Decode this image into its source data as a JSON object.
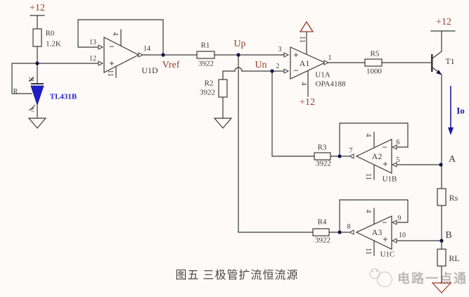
{
  "caption": "图五  三极管扩流恒流源",
  "watermark": "电路一点通",
  "colors": {
    "background": "#fdfaf8",
    "wire": "#3b3b3b",
    "net_label_red": "#9c3a28",
    "tl431_blue": "#1e1ec8",
    "io_blue": "#1a1a99",
    "node_dot_navy": "#14144b",
    "watermark_gray": "#bdb9b5"
  },
  "power": {
    "vcc_left": "+12",
    "vcc_a1": "+12",
    "vcc_t1": "+12"
  },
  "nets": {
    "vref": "Vref",
    "up": "Up",
    "un": "Un",
    "io": "Io",
    "node_a": "A",
    "node_b": "B"
  },
  "resistors": {
    "r0": {
      "ref": "R0",
      "value": "1.2K"
    },
    "r1": {
      "ref": "R1",
      "value": "3922"
    },
    "r2": {
      "ref": "R2",
      "value": "3922"
    },
    "r3": {
      "ref": "R3",
      "value": "3922"
    },
    "r4": {
      "ref": "R4",
      "value": "3922"
    },
    "r5": {
      "ref": "R5",
      "value": "1000"
    },
    "rs": {
      "ref": "Rs"
    },
    "rl": {
      "ref": "RL"
    }
  },
  "opamps": {
    "u1d": {
      "name": "U1D",
      "p_inv": "13",
      "p_nin": "12",
      "p_out": "14",
      "p_top": "4",
      "p_bot": "11",
      "minus": "−",
      "plus": "+"
    },
    "a1": {
      "name": "A1",
      "des": "U1A",
      "part": "OPA4188",
      "p_nin": "3",
      "p_inv": "2",
      "p_out": "1",
      "p_top": "11",
      "p_bot": "4",
      "minus": "−",
      "plus": "+"
    },
    "a2": {
      "name": "A2",
      "des": "U1B",
      "p_out": "7",
      "p_inv": "6",
      "p_nin": "5",
      "p_top": "4",
      "p_bot": "11",
      "minus": "−",
      "plus": "+"
    },
    "a3": {
      "name": "A3",
      "des": "U1C",
      "p_out": "8",
      "p_inv": "9",
      "p_nin": "10",
      "p_top": "4",
      "p_bot": "11",
      "minus": "−",
      "plus": "+"
    }
  },
  "semis": {
    "tl431": {
      "ref": "TL431B",
      "pin_k": "K",
      "pin_a": "A",
      "pin_r": "R"
    },
    "t1": {
      "ref": "T1"
    }
  }
}
